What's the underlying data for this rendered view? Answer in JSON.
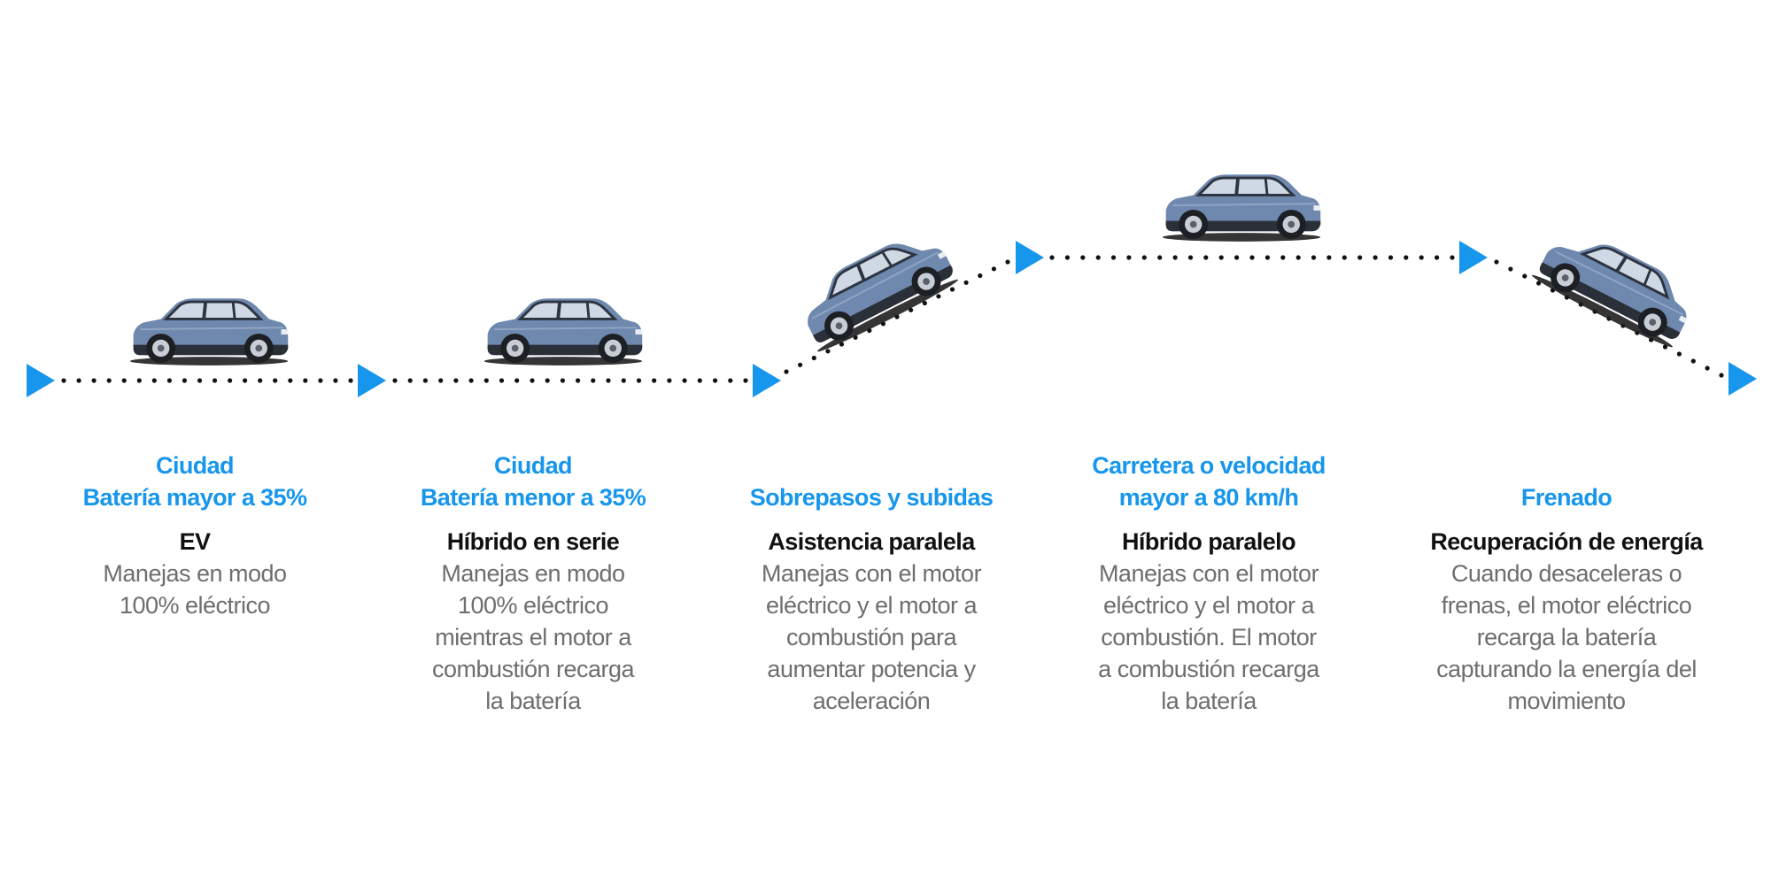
{
  "colors": {
    "accent": "#1696ec",
    "mode_text": "#111111",
    "desc_text": "#6e6e6e",
    "car_body": "#6f88ad",
    "dots": "#111111"
  },
  "icons": [
    "play-arrow-icon",
    "suv-car-icon"
  ],
  "stages": [
    {
      "title_lines": [
        "Ciudad",
        "Batería mayor a 35%"
      ],
      "mode": "EV",
      "desc_lines": [
        "Manejas en modo",
        "100% eléctrico"
      ]
    },
    {
      "title_lines": [
        "Ciudad",
        "Batería menor a 35%"
      ],
      "mode": "Híbrido en serie",
      "desc_lines": [
        "Manejas en modo",
        "100% eléctrico",
        "mientras el motor a",
        "combustión recarga",
        "la batería"
      ]
    },
    {
      "title_lines": [
        "",
        "Sobrepasos y subidas"
      ],
      "mode": "Asistencia paralela",
      "desc_lines": [
        "Manejas con el motor",
        "eléctrico y el motor a",
        "combustión para",
        "aumentar potencia y",
        "aceleración"
      ]
    },
    {
      "title_lines": [
        "Carretera o velocidad",
        "mayor a 80 km/h"
      ],
      "mode": "Híbrido paralelo",
      "desc_lines": [
        "Manejas con el motor",
        "eléctrico y el motor a",
        "combustión. El motor",
        "a combustión recarga",
        "la batería"
      ]
    },
    {
      "title_lines": [
        "",
        "Frenado"
      ],
      "mode": "Recuperación de energía",
      "desc_lines": [
        "Cuando desaceleras o",
        "frenas, el motor eléctrico",
        "recarga la batería",
        "capturando la energía del",
        "movimiento"
      ]
    }
  ]
}
